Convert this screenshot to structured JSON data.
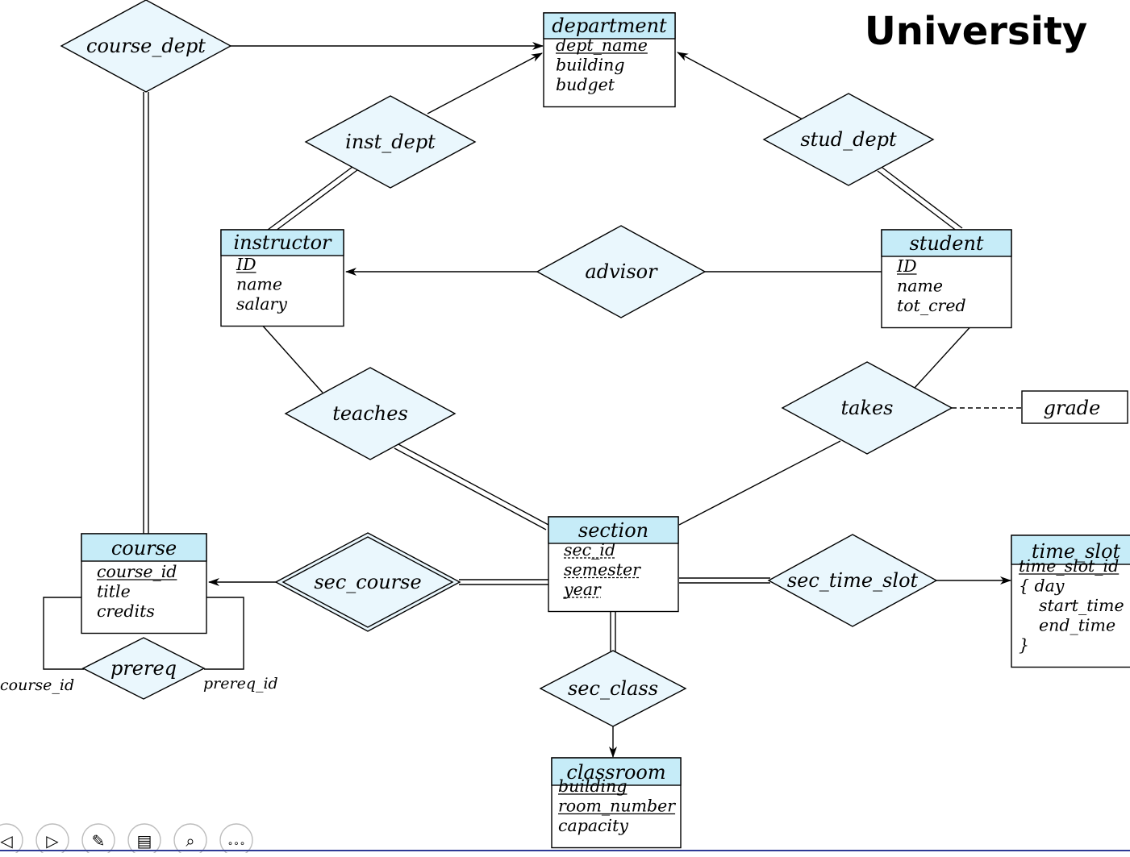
{
  "title": "University",
  "colors": {
    "entity_header_fill": "#c6ecf8",
    "relationship_fill": "#eaf7fd",
    "title_color": "#2d3a96",
    "footer_line": "#2d3a96",
    "stroke": "#000000"
  },
  "entities": {
    "department": {
      "name": "department",
      "attributes": [
        {
          "text": "dept_name",
          "key": true
        },
        {
          "text": "building"
        },
        {
          "text": "budget"
        }
      ]
    },
    "instructor": {
      "name": "instructor",
      "attributes": [
        {
          "text": "ID",
          "key": true
        },
        {
          "text": "name"
        },
        {
          "text": "salary"
        }
      ]
    },
    "student": {
      "name": "student",
      "attributes": [
        {
          "text": "ID",
          "key": true
        },
        {
          "text": "name"
        },
        {
          "text": "tot_cred"
        }
      ]
    },
    "section": {
      "name": "section",
      "attributes": [
        {
          "text": "sec_id",
          "partial_key": true
        },
        {
          "text": "semester",
          "partial_key": true
        },
        {
          "text": "year",
          "partial_key": true
        }
      ]
    },
    "course": {
      "name": "course",
      "attributes": [
        {
          "text": "course_id",
          "key": true
        },
        {
          "text": "title"
        },
        {
          "text": "credits"
        }
      ]
    },
    "time_slot": {
      "name": "time_slot",
      "attributes": [
        {
          "text": "time_slot_id",
          "key": true
        },
        {
          "text": "{  day"
        },
        {
          "text": "start_time"
        },
        {
          "text": "end_time"
        },
        {
          "text": "}"
        }
      ]
    },
    "classroom": {
      "name": "classroom",
      "attributes": [
        {
          "text": "building",
          "key": true
        },
        {
          "text": "room_number",
          "key": true
        },
        {
          "text": "capacity"
        }
      ]
    }
  },
  "relationships": {
    "course_dept": "course_dept",
    "inst_dept": "inst_dept",
    "stud_dept": "stud_dept",
    "advisor": "advisor",
    "teaches": "teaches",
    "takes": "takes",
    "sec_course": "sec_course",
    "sec_time_slot": "sec_time_slot",
    "sec_class": "sec_class",
    "prereq": "prereq"
  },
  "relationship_attribute": "grade",
  "role_labels": {
    "course_id": "course_id",
    "prereq_id": "prereq_id"
  },
  "nav_icons": [
    "prev-icon",
    "play-icon",
    "pen-icon",
    "slides-icon",
    "zoom-icon",
    "more-icon"
  ]
}
